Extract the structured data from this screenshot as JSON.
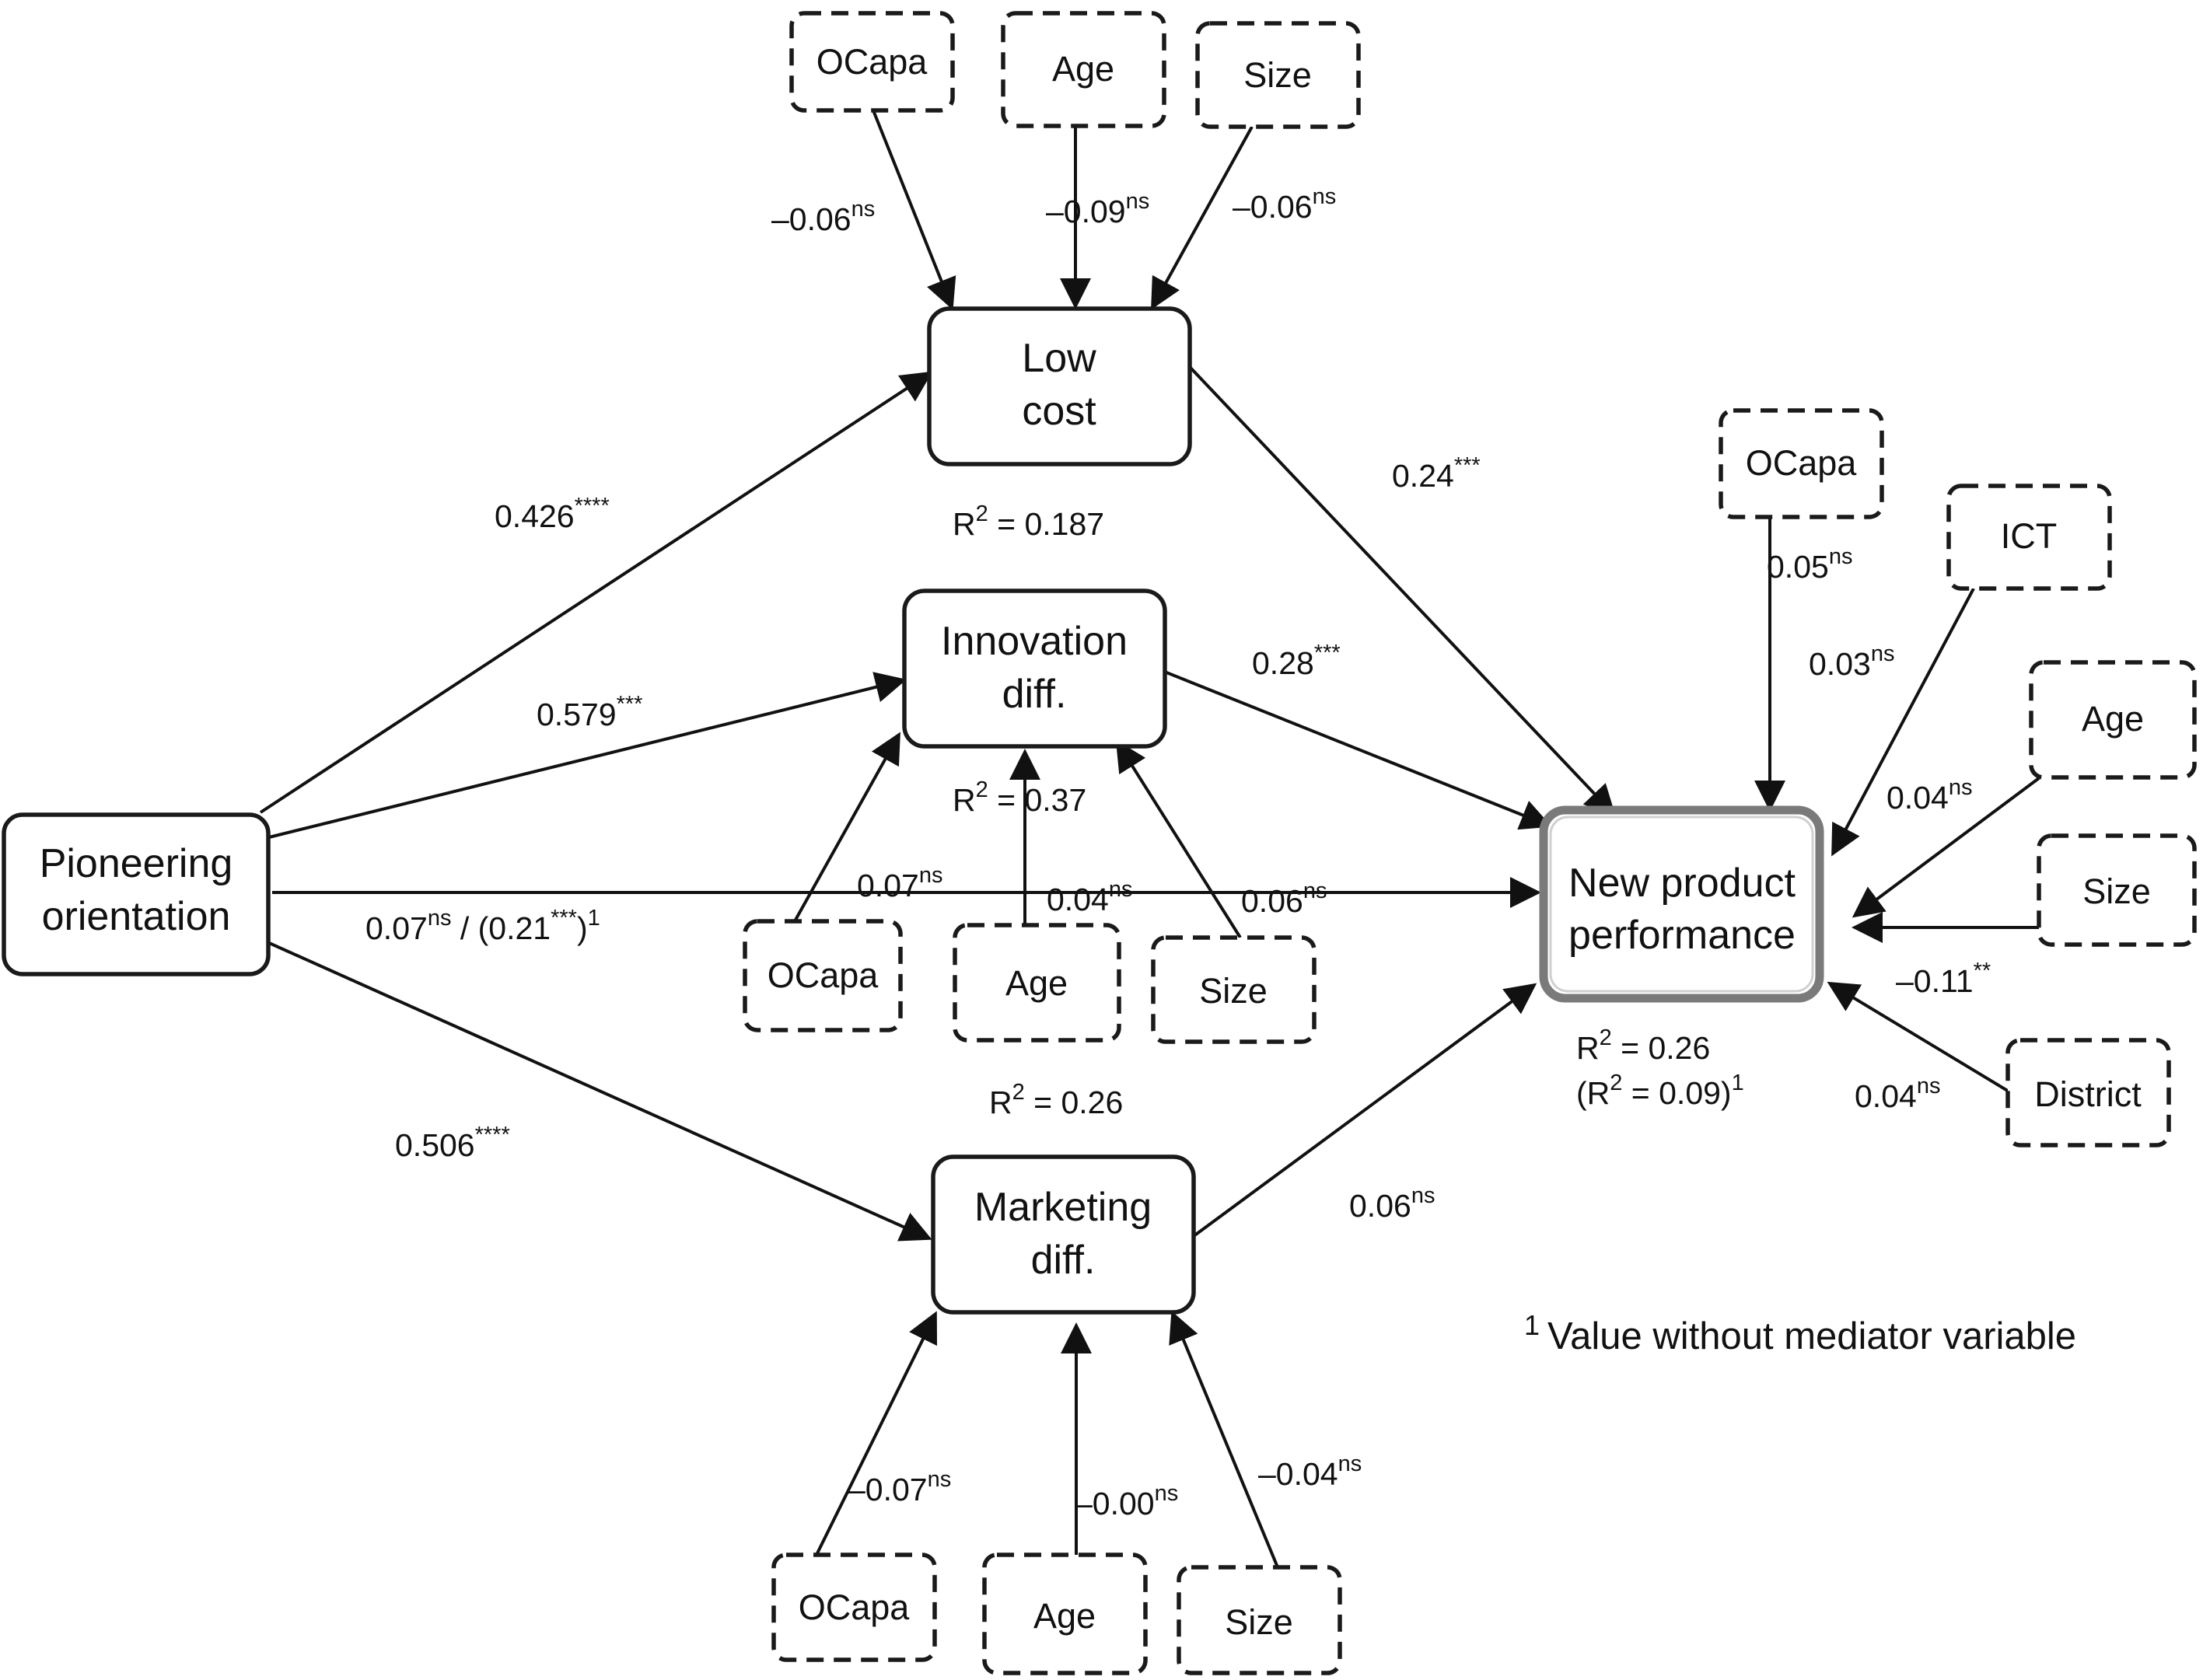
{
  "nodes": {
    "pioneering": {
      "line1": "Pioneering",
      "line2": "orientation"
    },
    "low_cost": {
      "line1": "Low",
      "line2": "cost"
    },
    "innovation": {
      "line1": "Innovation",
      "line2": "diff."
    },
    "marketing": {
      "line1": "Marketing",
      "line2": "diff."
    },
    "npp": {
      "line1": "New product",
      "line2": "performance"
    }
  },
  "controls": {
    "lc_ocapa": "OCapa",
    "lc_age": "Age",
    "lc_size": "Size",
    "id_ocapa": "OCapa",
    "id_age": "Age",
    "id_size": "Size",
    "md_ocapa": "OCapa",
    "md_age": "Age",
    "md_size": "Size",
    "np_ocapa": "OCapa",
    "np_ict": "ICT",
    "np_age": "Age",
    "np_size": "Size",
    "np_district": "District"
  },
  "paths": {
    "po_lc": {
      "value": "0.426",
      "sig": "****"
    },
    "po_id": {
      "value": "0.579",
      "sig": "***"
    },
    "po_md": {
      "value": "0.506",
      "sig": "****"
    },
    "po_np": {
      "value": "0.07",
      "sig": "ns",
      "mid": " / (0.21",
      "sig2": "***",
      "close": ")",
      "note": "1"
    },
    "lc_np": {
      "value": "0.24",
      "sig": "***"
    },
    "id_np": {
      "value": "0.28",
      "sig": "***"
    },
    "md_np": {
      "value": "0.06",
      "sig": "ns"
    },
    "lc_ocapa": {
      "value": "–0.06",
      "sig": "ns"
    },
    "lc_age": {
      "value": "–0.09",
      "sig": "ns"
    },
    "lc_size": {
      "value": "–0.06",
      "sig": "ns"
    },
    "id_ocapa": {
      "value": "0.07",
      "sig": "ns"
    },
    "id_age": {
      "value": "0.04",
      "sig": "ns"
    },
    "id_size": {
      "value": "0.06",
      "sig": "ns"
    },
    "md_ocapa": {
      "value": "–0.07",
      "sig": "ns"
    },
    "md_age": {
      "value": "–0.00",
      "sig": "ns"
    },
    "md_size": {
      "value": "–0.04",
      "sig": "ns"
    },
    "np_ocapa": {
      "value": "0.05",
      "sig": "ns"
    },
    "np_ict": {
      "value": "0.03",
      "sig": "ns"
    },
    "np_age": {
      "value": "0.04",
      "sig": "ns"
    },
    "np_size": {
      "value": "–0.11",
      "sig": "**"
    },
    "np_district": {
      "value": "0.04",
      "sig": "ns"
    }
  },
  "r2": {
    "r": "R",
    "exp": "2",
    "low_cost": " = 0.187",
    "innovation": " = 0.37",
    "marketing": " = 0.26",
    "npp": " = 0.26",
    "npp_alt_open": "(R",
    "npp_alt": " = 0.09)",
    "npp_alt_note": "1"
  },
  "footnote": {
    "mark": "1",
    "text": "Value without mediator variable"
  }
}
